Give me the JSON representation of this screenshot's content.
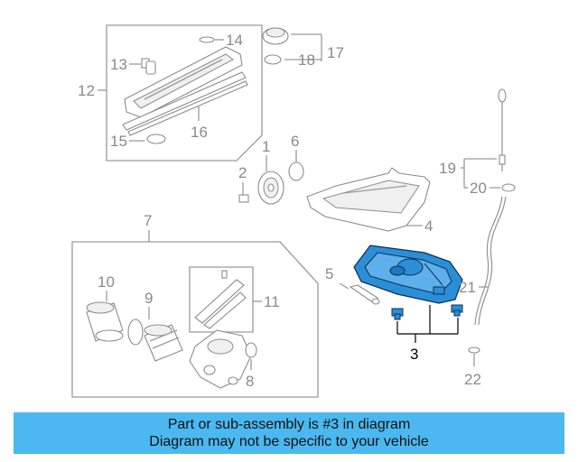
{
  "diagram": {
    "callouts": {
      "c1": "1",
      "c2": "2",
      "c3": "3",
      "c4": "4",
      "c5": "5",
      "c6": "6",
      "c7": "7",
      "c8": "8",
      "c9": "9",
      "c10": "10",
      "c11": "11",
      "c12": "12",
      "c13": "13",
      "c14": "14",
      "c15": "15",
      "c16": "16",
      "c17": "17",
      "c18": "18",
      "c19": "19",
      "c20": "20",
      "c21": "21",
      "c22": "22"
    },
    "highlight_color": "#2a8fd6"
  },
  "banner": {
    "line1": "Part or sub-assembly is #3 in diagram",
    "line2": "Diagram may not be specific to your vehicle",
    "background": "#4cb8f0"
  }
}
